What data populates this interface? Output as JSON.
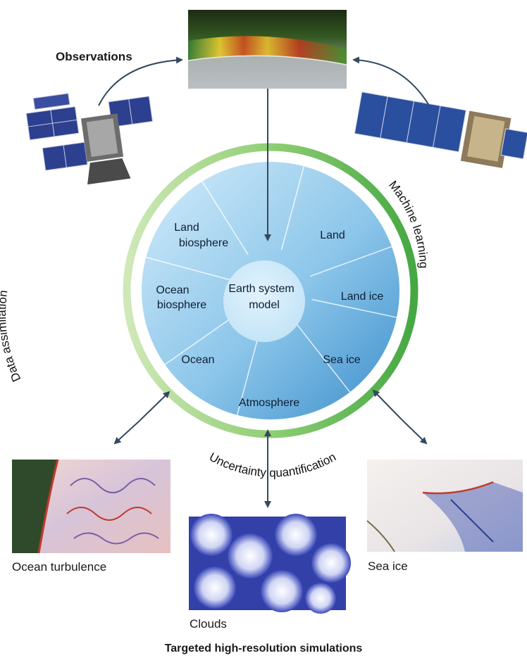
{
  "header": {
    "observations": "Observations"
  },
  "center": {
    "line1": "Earth system",
    "line2": "model"
  },
  "segments": {
    "land": "Land",
    "land_ice": "Land ice",
    "sea_ice": "Sea ice",
    "atmosphere": "Atmosphere",
    "ocean": "Ocean",
    "ocean_biosphere_1": "Ocean",
    "ocean_biosphere_2": "biosphere",
    "land_biosphere_1": "Land",
    "land_biosphere_2": "biosphere"
  },
  "ring_labels": {
    "data_assimilation": "Data assimilation",
    "machine_learning": "Machine learning",
    "uncertainty": "Uncertainty quantification"
  },
  "captions": {
    "ocean_turbulence": "Ocean turbulence",
    "clouds": "Clouds",
    "sea_ice": "Sea ice",
    "footer": "Targeted high-resolution simulations"
  },
  "colors": {
    "ring_green_light": "#bfe0a6",
    "ring_green_dark": "#4fae4a",
    "segment_light": "#c9e6f7",
    "segment_dark": "#3a8fcf",
    "arrow": "#34495e"
  }
}
